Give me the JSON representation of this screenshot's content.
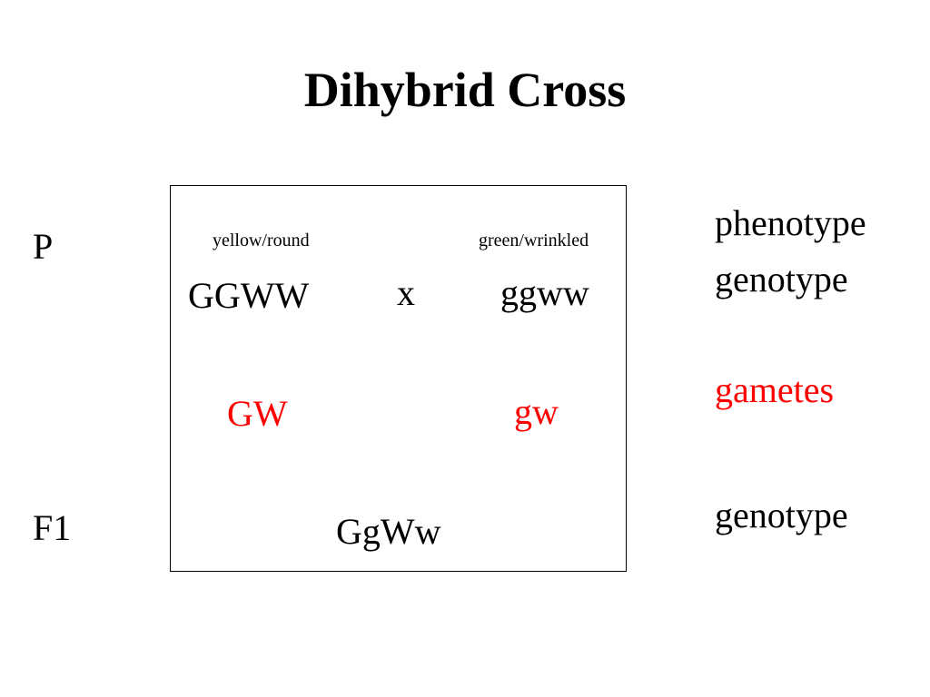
{
  "title": "Dihybrid Cross",
  "generations": {
    "parental": "P",
    "f1": "F1"
  },
  "cross": {
    "parent1": {
      "phenotype": "yellow/round",
      "genotype": "GGWW",
      "gamete": "GW"
    },
    "operator": "x",
    "parent2": {
      "phenotype": "green/wrinkled",
      "genotype": "ggww",
      "gamete": "gw"
    },
    "offspring_genotype": "GgWw"
  },
  "row_labels": {
    "phenotype": "phenotype",
    "genotype": "genotype",
    "gametes": "gametes",
    "f1_genotype": "genotype"
  },
  "colors": {
    "gametes": "#ff0000",
    "text": "#000000",
    "background": "#ffffff"
  }
}
